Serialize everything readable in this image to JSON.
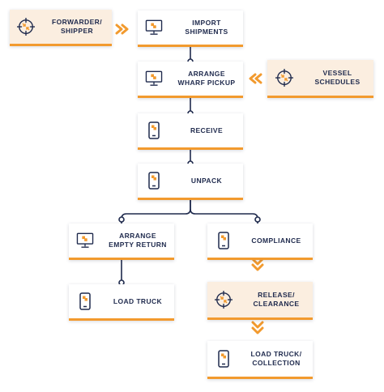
{
  "nodes": {
    "forwarder": {
      "label": "FORWARDER/\nSHIPPER",
      "icon": "crosshair-arrows-icon"
    },
    "import": {
      "label": "IMPORT\nSHIPMENTS",
      "icon": "monitor-icon"
    },
    "arrange_wharf": {
      "label": "ARRANGE\nWHARF PICKUP",
      "icon": "monitor-icon"
    },
    "vessel": {
      "label": "VESSEL\nSCHEDULES",
      "icon": "crosshair-arrows-icon"
    },
    "receive": {
      "label": "RECEIVE",
      "icon": "mobile-phone-icon"
    },
    "unpack": {
      "label": "UNPACK",
      "icon": "mobile-phone-icon"
    },
    "arrange_empty": {
      "label": "ARRANGE\nEMPTY RETURN",
      "icon": "monitor-icon"
    },
    "compliance": {
      "label": "COMPLIANCE",
      "icon": "mobile-phone-icon"
    },
    "load_truck": {
      "label": "LOAD TRUCK",
      "icon": "mobile-phone-icon"
    },
    "release": {
      "label": "RELEASE/\nCLEARANCE",
      "icon": "crosshair-arrows-icon"
    },
    "load_collection": {
      "label": "LOAD TRUCK/\nCOLLECTION",
      "icon": "mobile-phone-icon"
    }
  },
  "colors": {
    "accent": "#f29a2e",
    "line": "#1f2a4d",
    "text": "#1f2a4d",
    "beige": "#fbeee0"
  }
}
